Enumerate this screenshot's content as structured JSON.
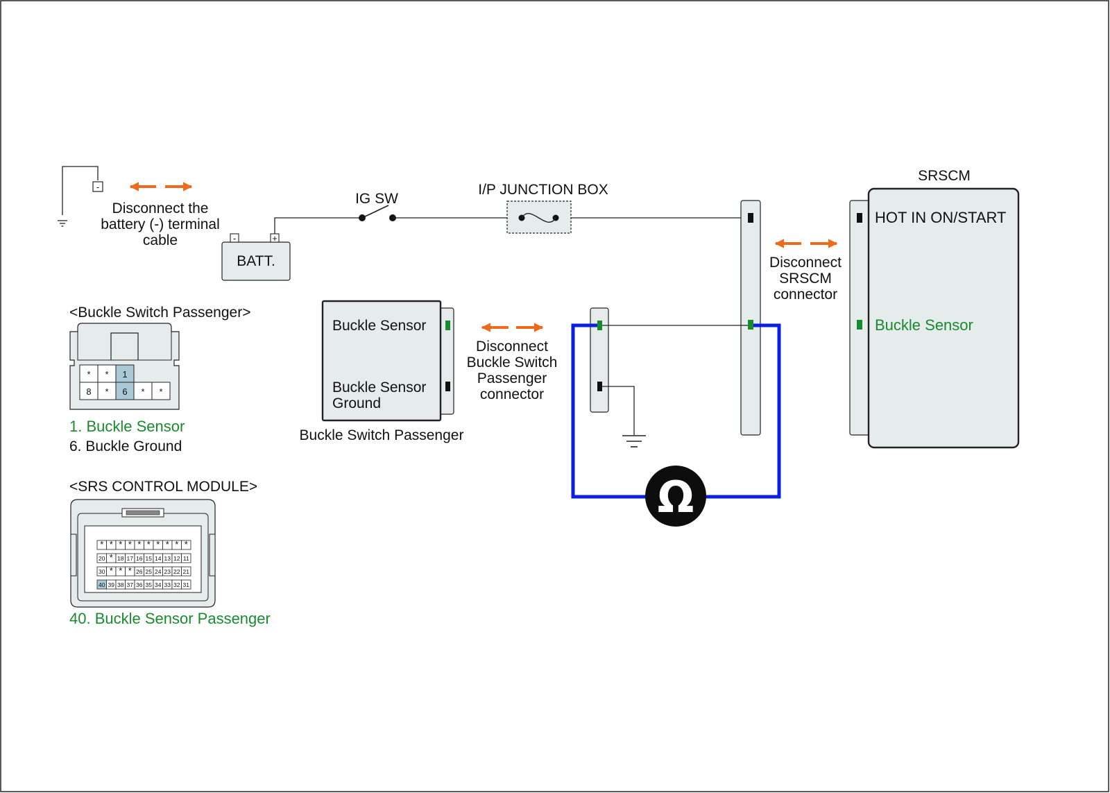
{
  "colors": {
    "wire": "#222222",
    "probe": "#0a1fe0",
    "arrow": "#ee6a1c",
    "signal": "#1a8a2e",
    "connector_fill": "#e6ebec",
    "highlight_pin": "#a9c9d7"
  },
  "battery_disconnect": {
    "minus_symbol": "-",
    "label_lines": [
      "Disconnect the",
      "battery (-) terminal",
      "cable"
    ]
  },
  "battery": {
    "label": "BATT.",
    "neg": "-",
    "pos": "+"
  },
  "ig_switch": {
    "label": "IG SW"
  },
  "junction_box": {
    "label": "I/P JUNCTION BOX"
  },
  "srscm": {
    "title": "SRSCM",
    "pins": {
      "hot": "HOT IN ON/START",
      "buckle": "Buckle Sensor"
    },
    "disconnect_lines": [
      "Disconnect",
      "SRSCM",
      "connector"
    ]
  },
  "buckle_switch": {
    "pin1": "Buckle Sensor",
    "pin2_line1": "Buckle Sensor",
    "pin2_line2": "Ground",
    "caption": "Buckle Switch Passenger",
    "disconnect_lines": [
      "Disconnect",
      "Buckle Switch",
      "Passenger",
      "connector"
    ]
  },
  "meter": {
    "symbol": "Ω"
  },
  "buckle_connector_view": {
    "title": "<Buckle Switch Passenger>",
    "row1": [
      "*",
      "*",
      "1"
    ],
    "row2": [
      "8",
      "*",
      "6",
      "*",
      "*"
    ],
    "legend": [
      "1. Buckle Sensor",
      "6. Buckle Ground"
    ]
  },
  "srs_connector_view": {
    "title": "<SRS CONTROL MODULE>",
    "rows": [
      [
        "*",
        "*",
        "*",
        "*",
        "*",
        "*",
        "*",
        "*",
        "*",
        "*"
      ],
      [
        "20",
        "*",
        "18",
        "17",
        "16",
        "15",
        "14",
        "13",
        "12",
        "11"
      ],
      [
        "30",
        "*",
        "*",
        "*",
        "26",
        "25",
        "24",
        "23",
        "22",
        "21"
      ],
      [
        "40",
        "39",
        "38",
        "37",
        "36",
        "35",
        "34",
        "33",
        "32",
        "31"
      ]
    ],
    "legend": [
      "40. Buckle Sensor Passenger"
    ]
  }
}
